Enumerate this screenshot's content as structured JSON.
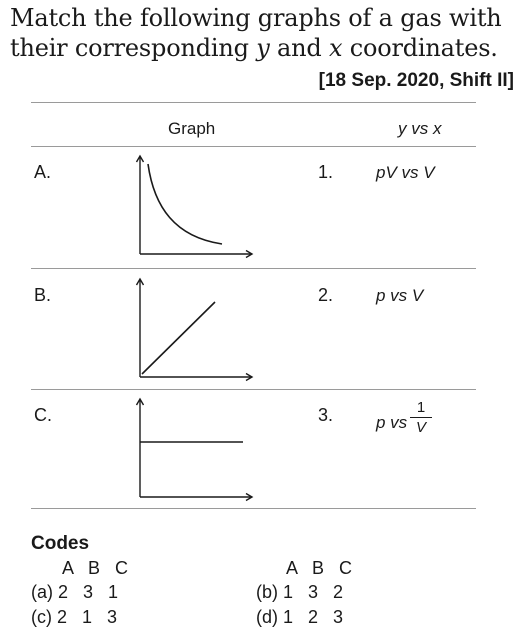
{
  "question": {
    "line1": "Match the following graphs of a gas with",
    "line2_pre": "their corresponding ",
    "line2_y": "y",
    "line2_mid": " and ",
    "line2_x": "x",
    "line2_post": " coordinates.",
    "source": "[18 Sep. 2020, Shift II]"
  },
  "table": {
    "header_graph": "Graph",
    "header_yx": "y vs x",
    "rows": [
      {
        "letter": "A.",
        "graph_icon": "hyperbola-curve-graph",
        "num": "1.",
        "label": "pV vs V"
      },
      {
        "letter": "B.",
        "graph_icon": "straight-line-graph",
        "num": "2.",
        "label": "p vs V"
      },
      {
        "letter": "C.",
        "graph_icon": "horizontal-line-graph",
        "num": "3.",
        "label_pre": "p vs",
        "label_num": "1",
        "label_den": "V"
      }
    ]
  },
  "codes": {
    "title": "Codes",
    "head_left": "A   B   C",
    "head_right": "A   B   C",
    "options": [
      {
        "text": "(a) 2   3   1"
      },
      {
        "text": "(b) 1   3   2"
      },
      {
        "text": "(c) 2   1   3"
      },
      {
        "text": "(d) 1   2   3"
      }
    ]
  },
  "colors": {
    "text": "#1a1a1a",
    "rule": "#9a9a9a"
  }
}
